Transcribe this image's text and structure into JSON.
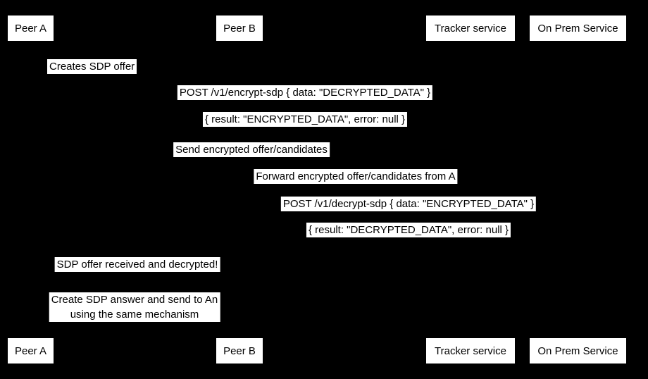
{
  "colors": {
    "background": "#000000",
    "box_fill": "#ffffff",
    "box_text": "#000000",
    "label_bg": "#ffffff",
    "label_text": "#000000"
  },
  "participants": [
    {
      "label": "Peer A"
    },
    {
      "label": "Peer B"
    },
    {
      "label": "Tracker service"
    },
    {
      "label": "On Prem Service"
    }
  ],
  "messages": [
    {
      "text": "Creates SDP offer"
    },
    {
      "text": "POST /v1/encrypt-sdp { data: \"DECRYPTED_DATA\" }"
    },
    {
      "text": "{ result: \"ENCRYPTED_DATA\", error: null }"
    },
    {
      "text": "Send encrypted offer/candidates"
    },
    {
      "text": "Forward encrypted offer/candidates from A"
    },
    {
      "text": "POST /v1/decrypt-sdp { data: \"ENCRYPTED_DATA\" }"
    },
    {
      "text": "{ result: \"DECRYPTED_DATA\", error: null }"
    },
    {
      "text": "SDP offer received and decrypted!"
    },
    {
      "line1": "Create SDP answer and send to An",
      "line2": "using the same mechanism"
    }
  ]
}
